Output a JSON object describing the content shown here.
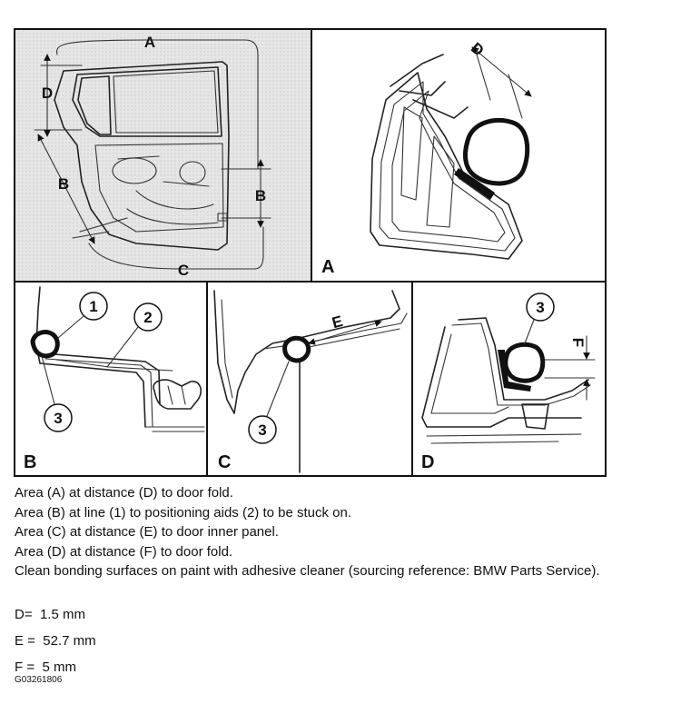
{
  "panels": {
    "overview_letters": {
      "a": "A",
      "b": "B",
      "c": "C",
      "d": "D"
    },
    "detail_a_letter": "A",
    "detail_a_dim": "D",
    "detail_b_letter": "B",
    "detail_b_callouts": [
      "1",
      "2",
      "3"
    ],
    "detail_c_letter": "C",
    "detail_c_dim": "E",
    "detail_c_callout": "3",
    "detail_d_letter": "D",
    "detail_d_dim": "F",
    "detail_d_callout": "3"
  },
  "captions": [
    "Area (A) at distance (D) to door fold.",
    "Area (B) at line (1) to positioning aids (2) to be stuck on.",
    "Area (C) at distance (E) to door inner panel.",
    "Area (D) at distance (F) to door fold.",
    "Clean bonding surfaces on paint with adhesive cleaner (sourcing reference: BMW Parts Service)."
  ],
  "specs": [
    {
      "key": "D=",
      "value": "1.5 mm"
    },
    {
      "key": "E =",
      "value": "52.7 mm"
    },
    {
      "key": "F =",
      "value": "5 mm"
    }
  ],
  "figure_code": "G03261806"
}
